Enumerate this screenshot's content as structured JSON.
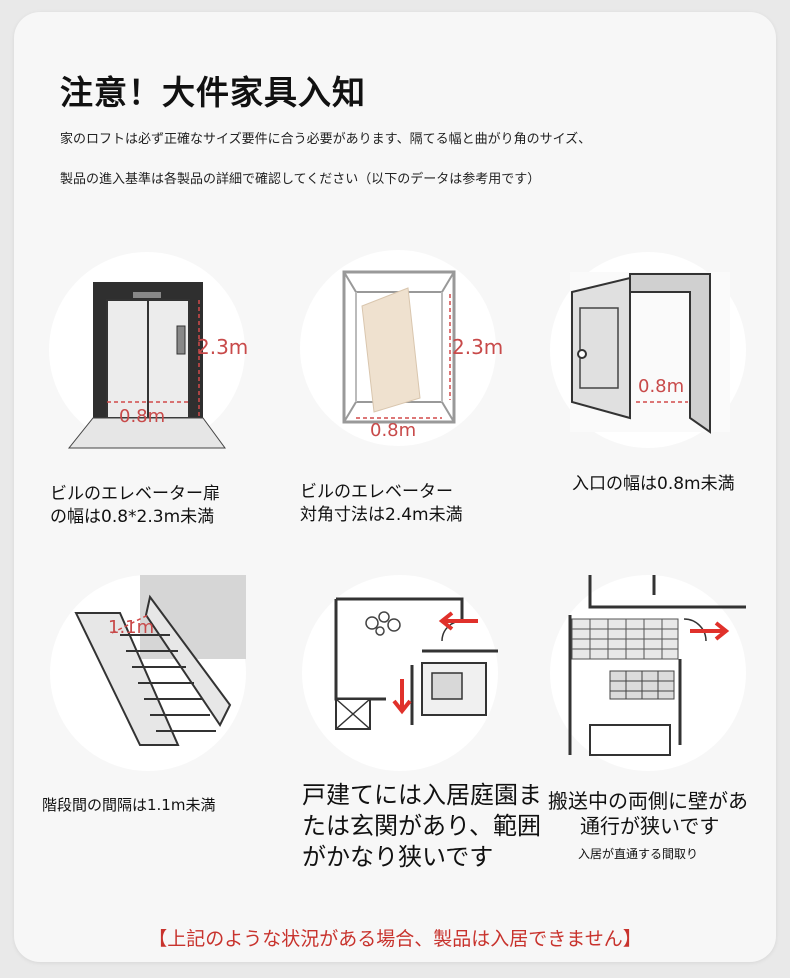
{
  "header": {
    "title": "注意！大件家具入知",
    "line1": "家のロフトは必ず正確なサイズ要件に合う必要があります、隔てる幅と曲がり角のサイズ、",
    "line2": "製品の進入基準は各製品の詳細で確認してください（以下のデータは参考用です）"
  },
  "items": [
    {
      "icon": "elevator-door-icon",
      "caption_line1": "ビルのエレベーター扉",
      "caption_line2": "の幅は0.8*2.3m未満",
      "label_height": "2.3m",
      "label_width": "0.8m"
    },
    {
      "icon": "elevator-cabin-icon",
      "caption_line1": "ビルのエレベーター",
      "caption_line2": "対角寸法は2.4m未満",
      "label_height": "2.3m",
      "label_width": "0.8m"
    },
    {
      "icon": "entrance-door-icon",
      "caption_line1": "入口の幅は0.8m未満",
      "label_width": "0.8m"
    },
    {
      "icon": "staircase-icon",
      "caption_line1": "階段間の間隔は1.1m未満",
      "label_width": "1.1m"
    },
    {
      "icon": "floor-plan-icon",
      "caption_line1": "戸建てには入居庭園ま",
      "caption_line2": "たは玄関があり、範囲",
      "caption_line3": "がかなり狭いです"
    },
    {
      "icon": "corridor-plan-icon",
      "caption_line1": "搬送中の両側に壁があ",
      "caption_line2": "通行が狭いです",
      "caption_line3": "入居が直通する間取り"
    }
  ],
  "footer": {
    "warning": "【上記のような状況がある場合、製品は入居できません】"
  },
  "colors": {
    "accent_red": "#c8332d",
    "dimension_red": "#d24a4a",
    "arrow_red": "#e0312b"
  }
}
